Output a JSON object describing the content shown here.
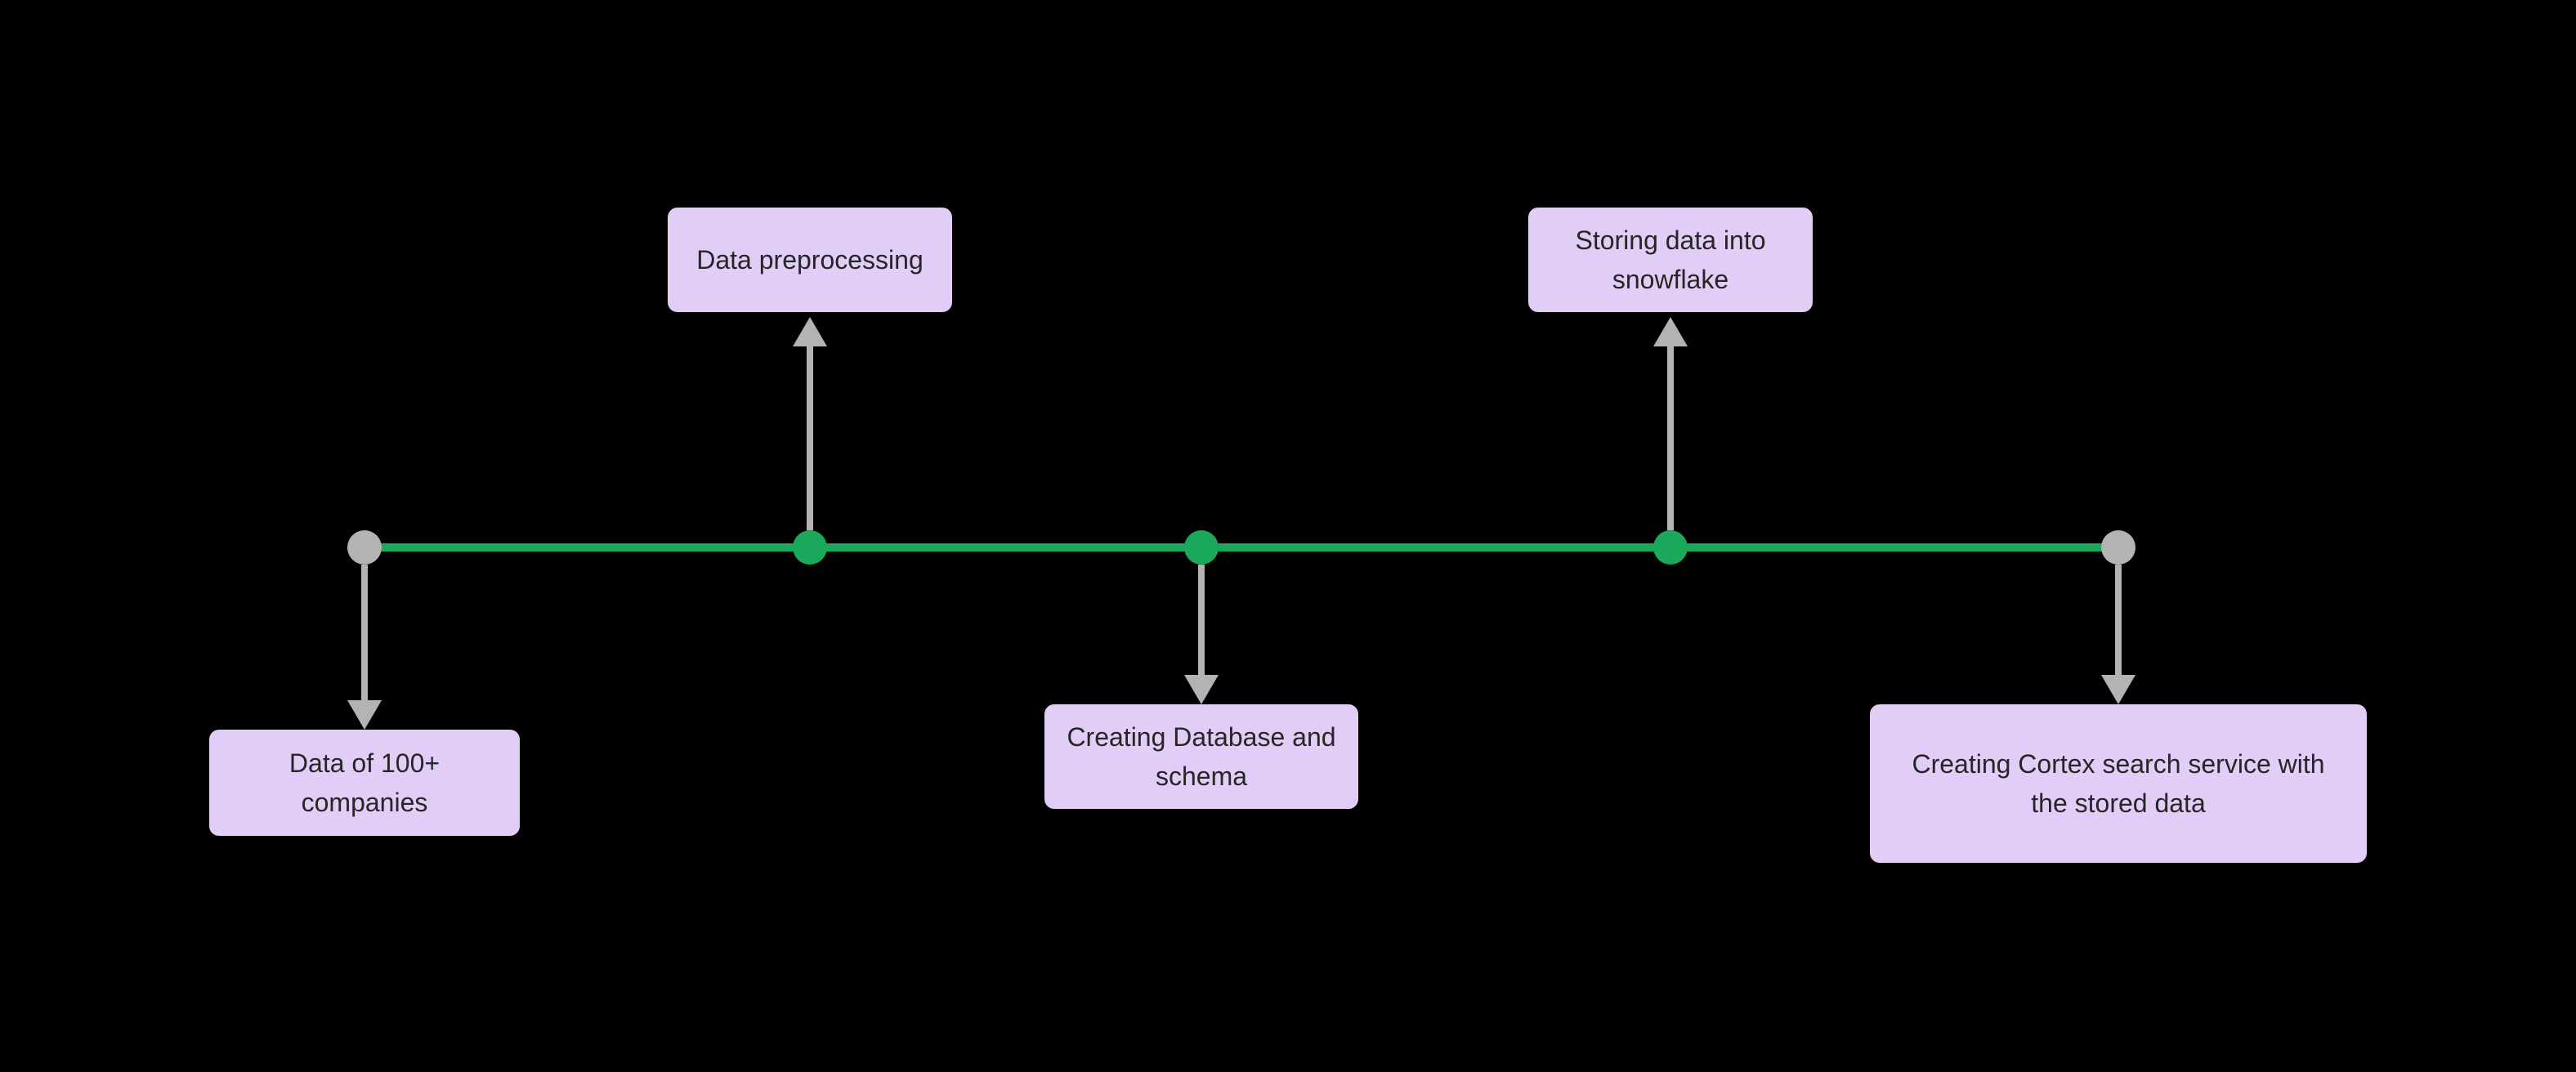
{
  "theme": {
    "background": "#000000",
    "line_green": "#1aa85a",
    "node_green": "#1aa85a",
    "node_gray": "#b3b3b3",
    "arrow_gray": "#b3b3b3",
    "box_fill": "#e2cdf7",
    "text_color": "#262626"
  },
  "diagram": {
    "type": "timeline",
    "orientation": "horizontal",
    "events": [
      {
        "label": "Data of 100+ companies",
        "label_lines": [
          "Data of 100+",
          "companies"
        ],
        "position": "below",
        "node_color": "gray"
      },
      {
        "label": "Data preprocessing",
        "label_lines": [
          "Data preprocessing"
        ],
        "position": "above",
        "node_color": "green"
      },
      {
        "label": "Creating Database and schema",
        "label_lines": [
          "Creating Database and",
          "schema"
        ],
        "position": "below",
        "node_color": "green"
      },
      {
        "label": "Storing data into snowflake",
        "label_lines": [
          "Storing data into",
          "snowflake"
        ],
        "position": "above",
        "node_color": "green"
      },
      {
        "label": "Creating Cortex search service with the stored data",
        "label_lines": [
          "Creating Cortex search service with",
          "the stored data"
        ],
        "position": "below",
        "node_color": "gray"
      }
    ]
  }
}
